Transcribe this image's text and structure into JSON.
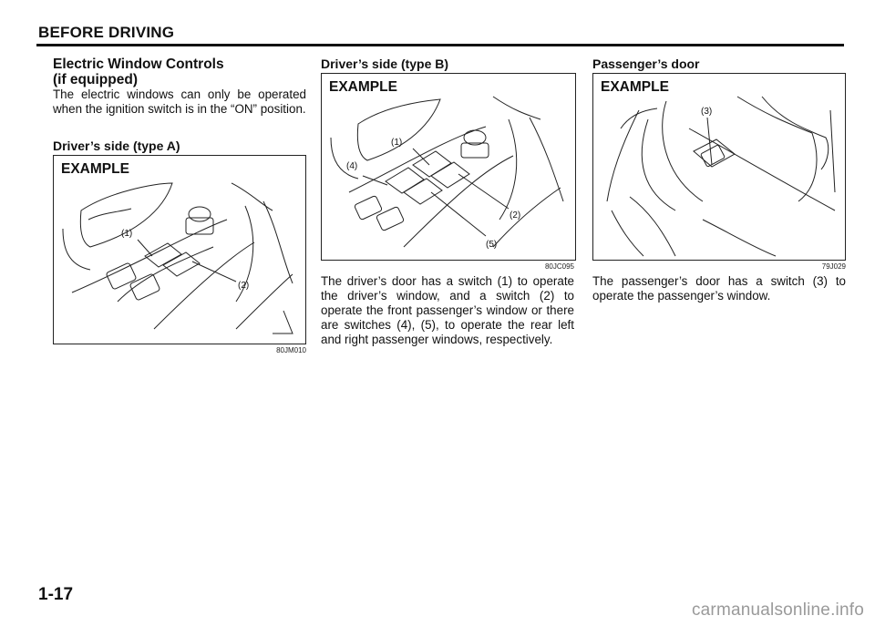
{
  "header": {
    "title": "BEFORE DRIVING"
  },
  "col1": {
    "title_line1": "Electric Window Controls",
    "title_line2": "(if equipped)",
    "paragraph": "The electric windows can only be operated when the ignition switch is in the “ON” position.",
    "subtitle": "Driver’s side (type A)",
    "figure": {
      "label": "EXAMPLE",
      "code": "80JM010",
      "callouts": [
        "(1)",
        "(2)"
      ]
    }
  },
  "col2": {
    "subtitle": "Driver’s side (type B)",
    "figure": {
      "label": "EXAMPLE",
      "code": "80JC095",
      "callouts": [
        "(1)",
        "(4)",
        "(2)",
        "(5)"
      ]
    },
    "paragraph": "The driver’s door has a switch (1) to operate the driver’s window, and a switch (2) to operate the front passenger’s window or there are switches (4), (5), to operate the rear left and right passenger windows, respectively."
  },
  "col3": {
    "subtitle": "Passenger’s door",
    "figure": {
      "label": "EXAMPLE",
      "code": "79J029",
      "callouts": [
        "(3)"
      ]
    },
    "paragraph": "The passenger’s door has a switch (3) to operate the passenger’s window."
  },
  "footer": {
    "page_number": "1-17",
    "watermark": "carmanualsonline.info"
  }
}
